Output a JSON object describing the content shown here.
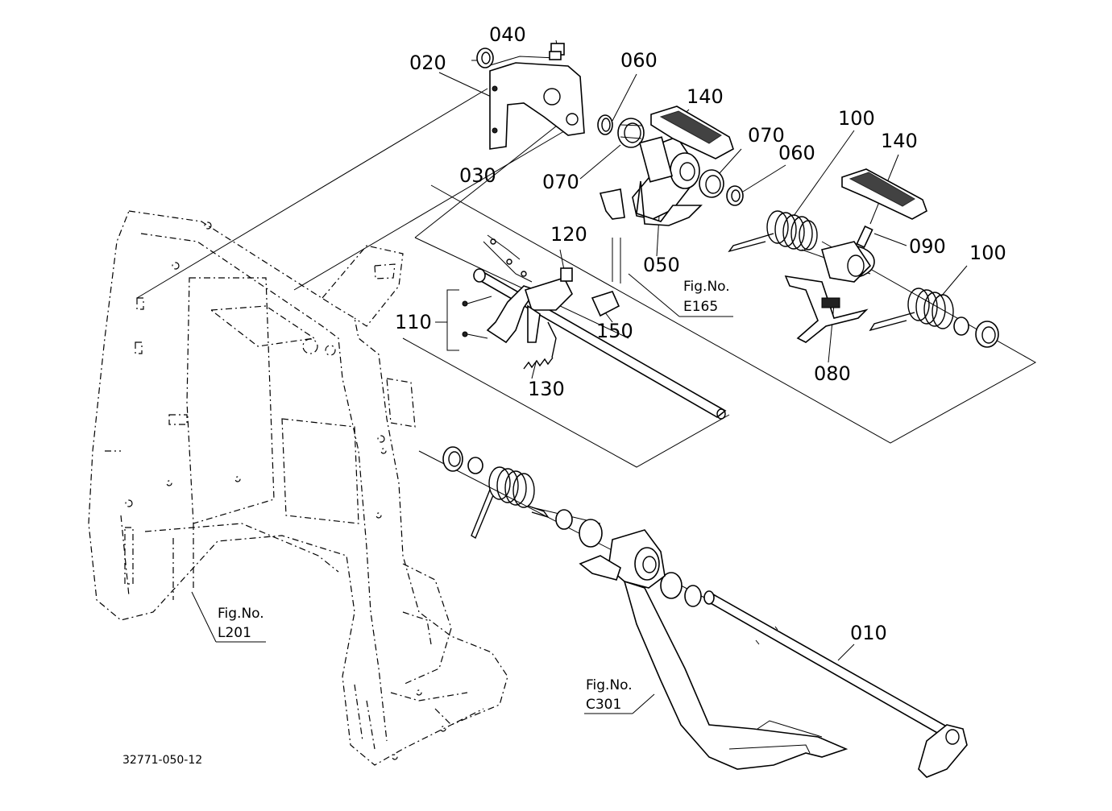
{
  "part_labels": {
    "p010": "010",
    "p020": "020",
    "p030": "030",
    "p040": "040",
    "p050": "050",
    "p060a": "060",
    "p060b": "060",
    "p070a": "070",
    "p070b": "070",
    "p080": "080",
    "p090": "090",
    "p100a": "100",
    "p100b": "100",
    "p110": "110",
    "p120": "120",
    "p130": "130",
    "p140a": "140",
    "p140b": "140",
    "p150": "150"
  },
  "figure_refs": {
    "e165": {
      "title": "Fig.No.",
      "code": "E165"
    },
    "l201": {
      "title": "Fig.No.",
      "code": "L201"
    },
    "c301": {
      "title": "Fig.No.",
      "code": "C301"
    }
  },
  "drawing_code": "32771-050-12"
}
